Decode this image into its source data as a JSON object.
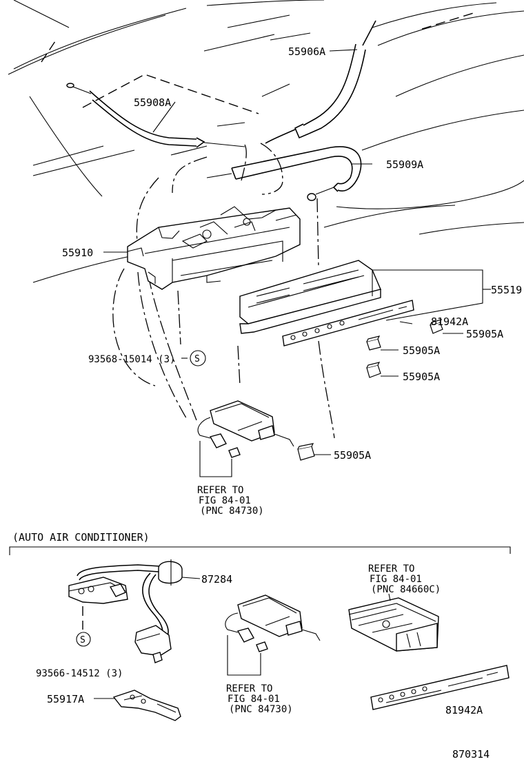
{
  "callouts": {
    "p55906A": "55906A",
    "p55908A": "55908A",
    "p55909A": "55909A",
    "p55910": "55910",
    "p55519": "55519",
    "p81942A_top": "81942A",
    "p55905A_1": "55905A",
    "p55905A_2": "55905A",
    "p55905A_3": "55905A",
    "p55905A_4": "55905A",
    "p93568": "93568-15014 (3)",
    "s_symbol_top": "S",
    "ref1_line1": "REFER TO",
    "ref1_line2": "FIG 84-01",
    "ref1_line3": "(PNC 84730)",
    "section_title": "(AUTO AIR CONDITIONER)",
    "p87284": "87284",
    "s_symbol_bottom": "S",
    "p93566": "93566-14512 (3)",
    "p55917A": "55917A",
    "ref2_line1": "REFER TO",
    "ref2_line2": "FIG 84-01",
    "ref2_line3": "(PNC 84730)",
    "ref3_line1": "REFER TO",
    "ref3_line2": "FIG 84-01",
    "ref3_line3": "(PNC 84660C)",
    "p81942A_bottom": "81942A",
    "diagram_number": "870314"
  }
}
